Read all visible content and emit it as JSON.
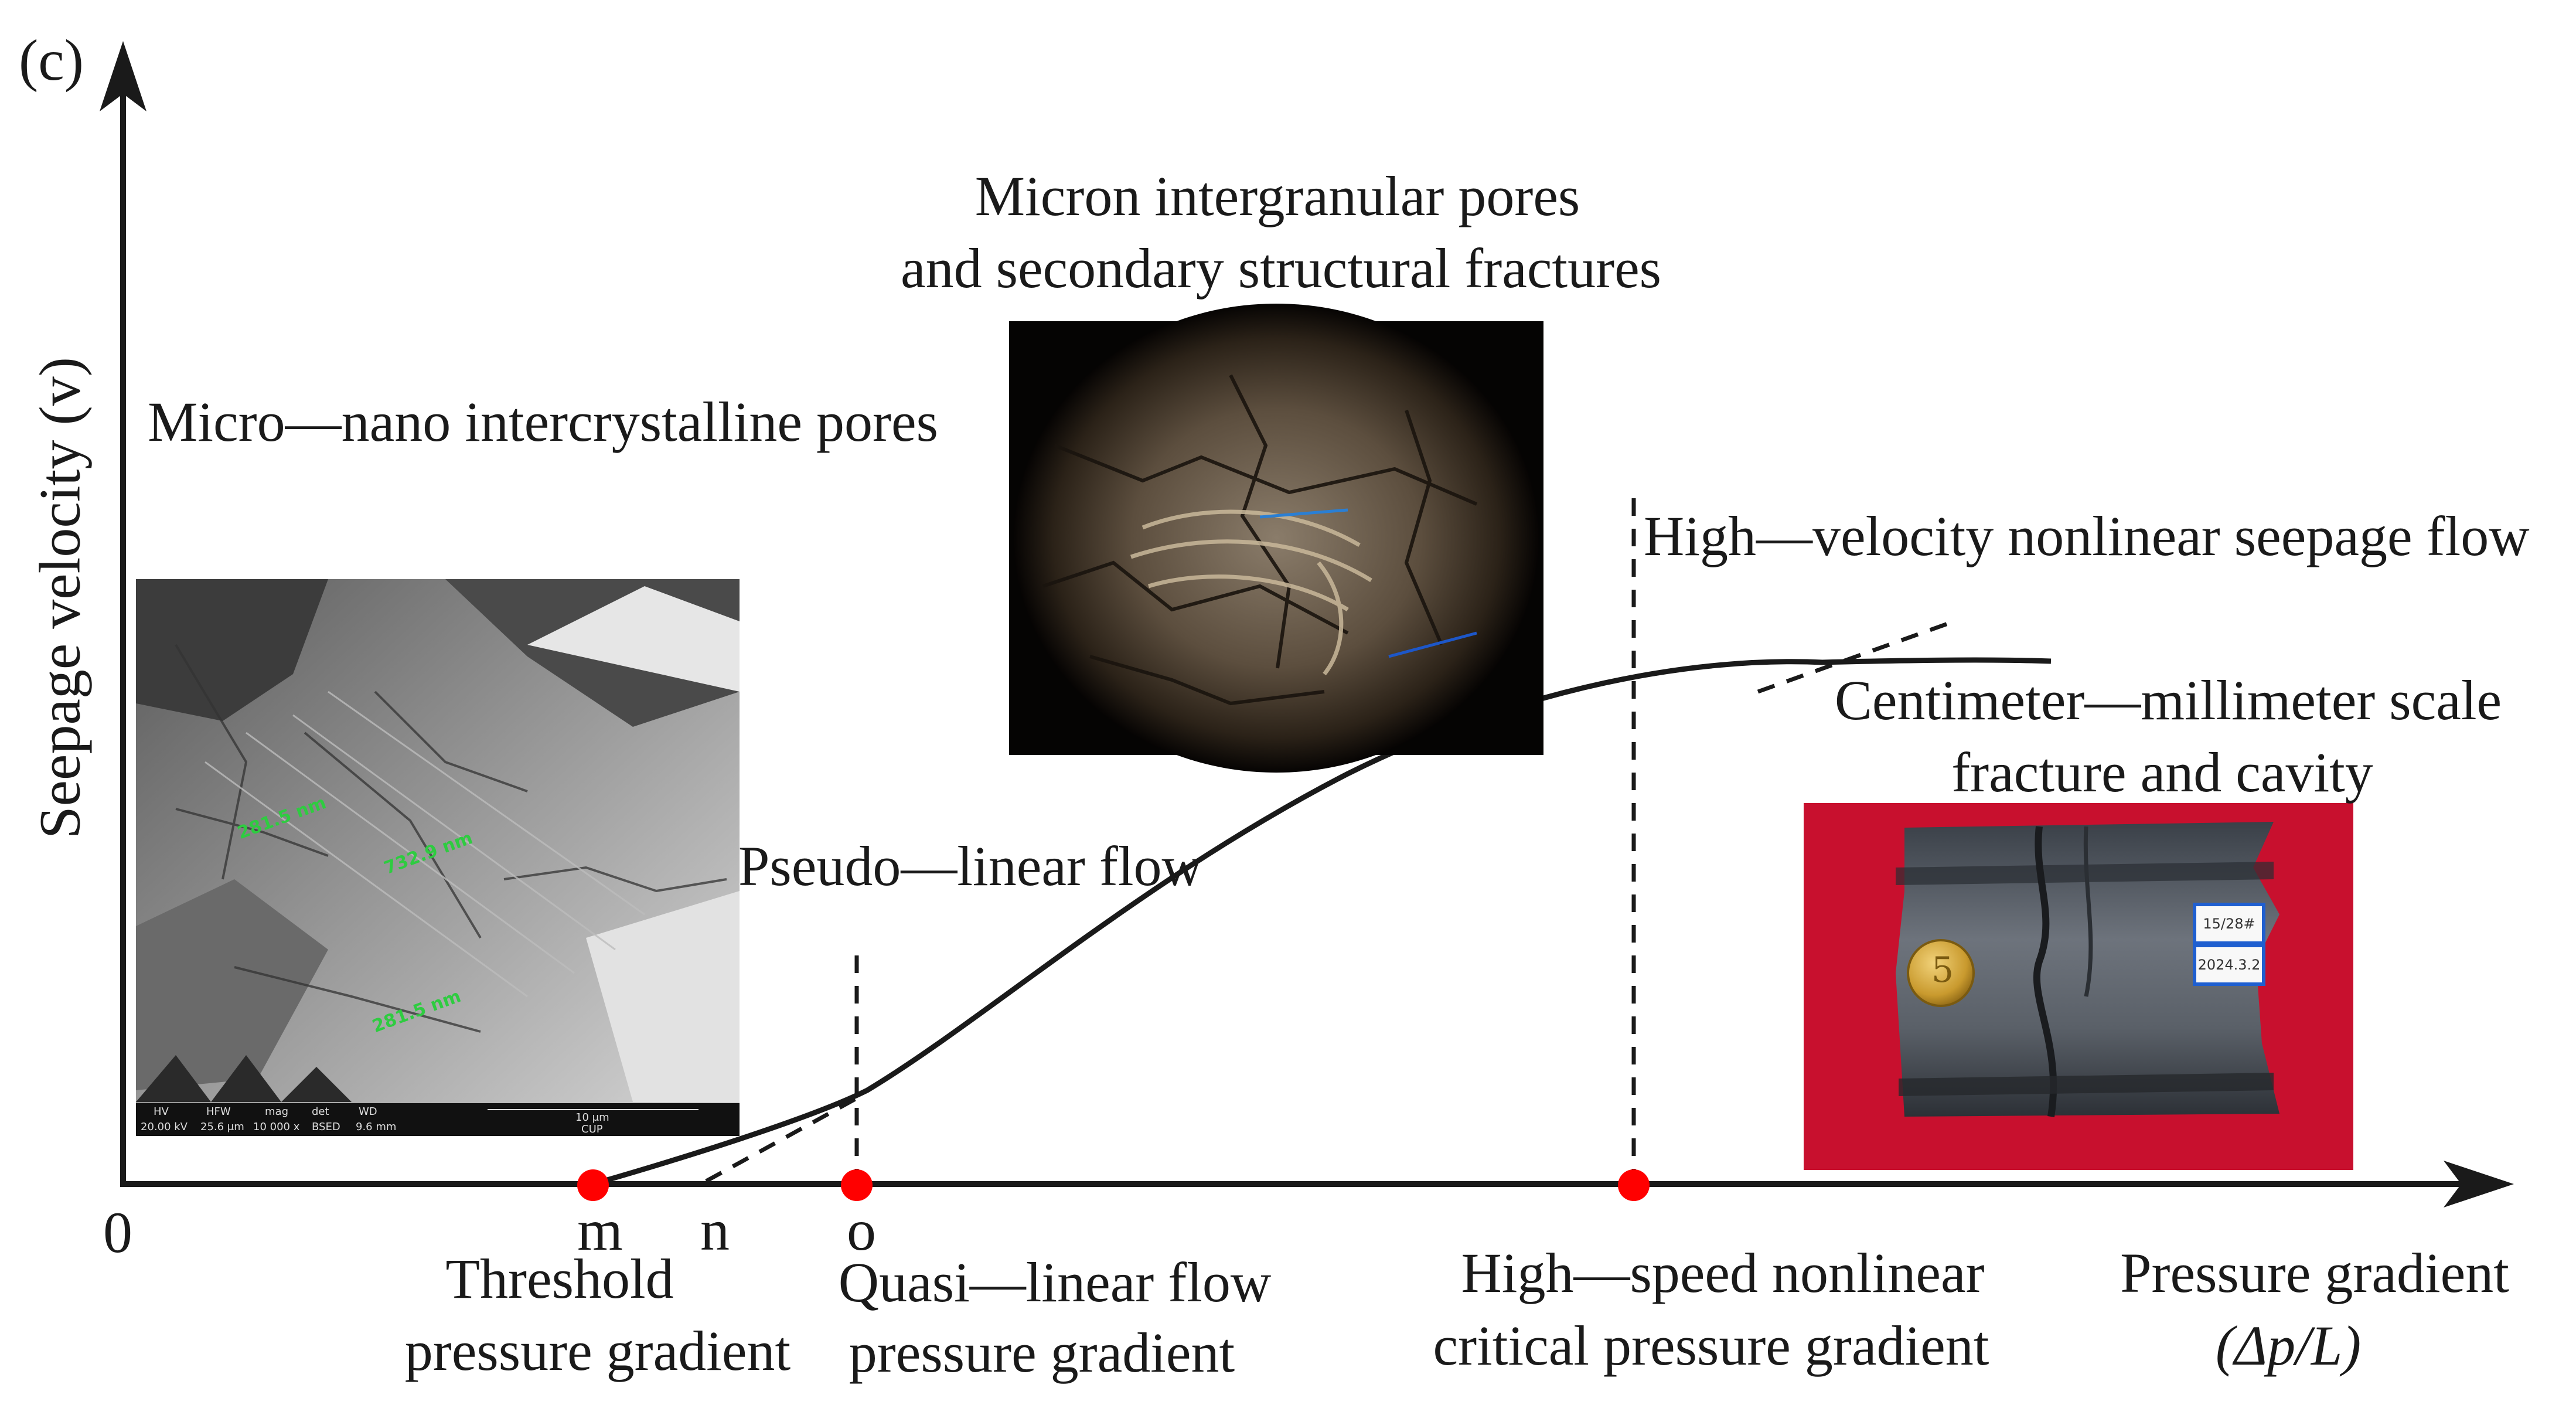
{
  "panel_label": "(c)",
  "y_axis_label": "Seepage velocity (v)",
  "x_axis_label_line1": "Pressure gradient",
  "x_axis_label_line2": "(Δp/L)",
  "origin_label": "0",
  "points": {
    "m": "m",
    "n": "n",
    "o": "o"
  },
  "regions": {
    "micro_nano": "Micro—nano intercrystalline pores",
    "micron_line1": "Micron intergranular pores",
    "micron_line2": "and secondary structural fractures",
    "centimeter_line1": "Centimeter—millimeter scale",
    "centimeter_line2": "fracture and cavity"
  },
  "flow_labels": {
    "pseudo_linear": "Pseudo—linear flow",
    "high_velocity": "High—velocity nonlinear seepage flow"
  },
  "gradient_labels": {
    "threshold_line1": "Threshold",
    "threshold_line2": "pressure gradient",
    "quasi_line1": "Quasi—linear flow",
    "quasi_line2": "pressure gradient",
    "critical_line1": "High—speed nonlinear",
    "critical_line2": "critical pressure gradient"
  },
  "sem_image": {
    "measurements": [
      "281.5 nm",
      "732.9 nm",
      "281.5 nm"
    ],
    "databar_headers": [
      "HV",
      "HFW",
      "mag",
      "det",
      "WD"
    ],
    "databar_values": [
      "20.00 kV",
      "25.6 μm",
      "10 000 x",
      "BSED",
      "9.6 mm"
    ],
    "scale_label": "10 μm",
    "institution": "CUP"
  },
  "core_photo": {
    "coin_text": "5",
    "tag_line1": "15/28#",
    "tag_line2": "2024.3.2"
  },
  "colors": {
    "axis": "#1a1a1a",
    "curve": "#1a1a1a",
    "marker": "#ff0000",
    "sem_text": "#2ecc40",
    "core_bg": "#c8102e",
    "tag_border": "#1f5fd0"
  }
}
